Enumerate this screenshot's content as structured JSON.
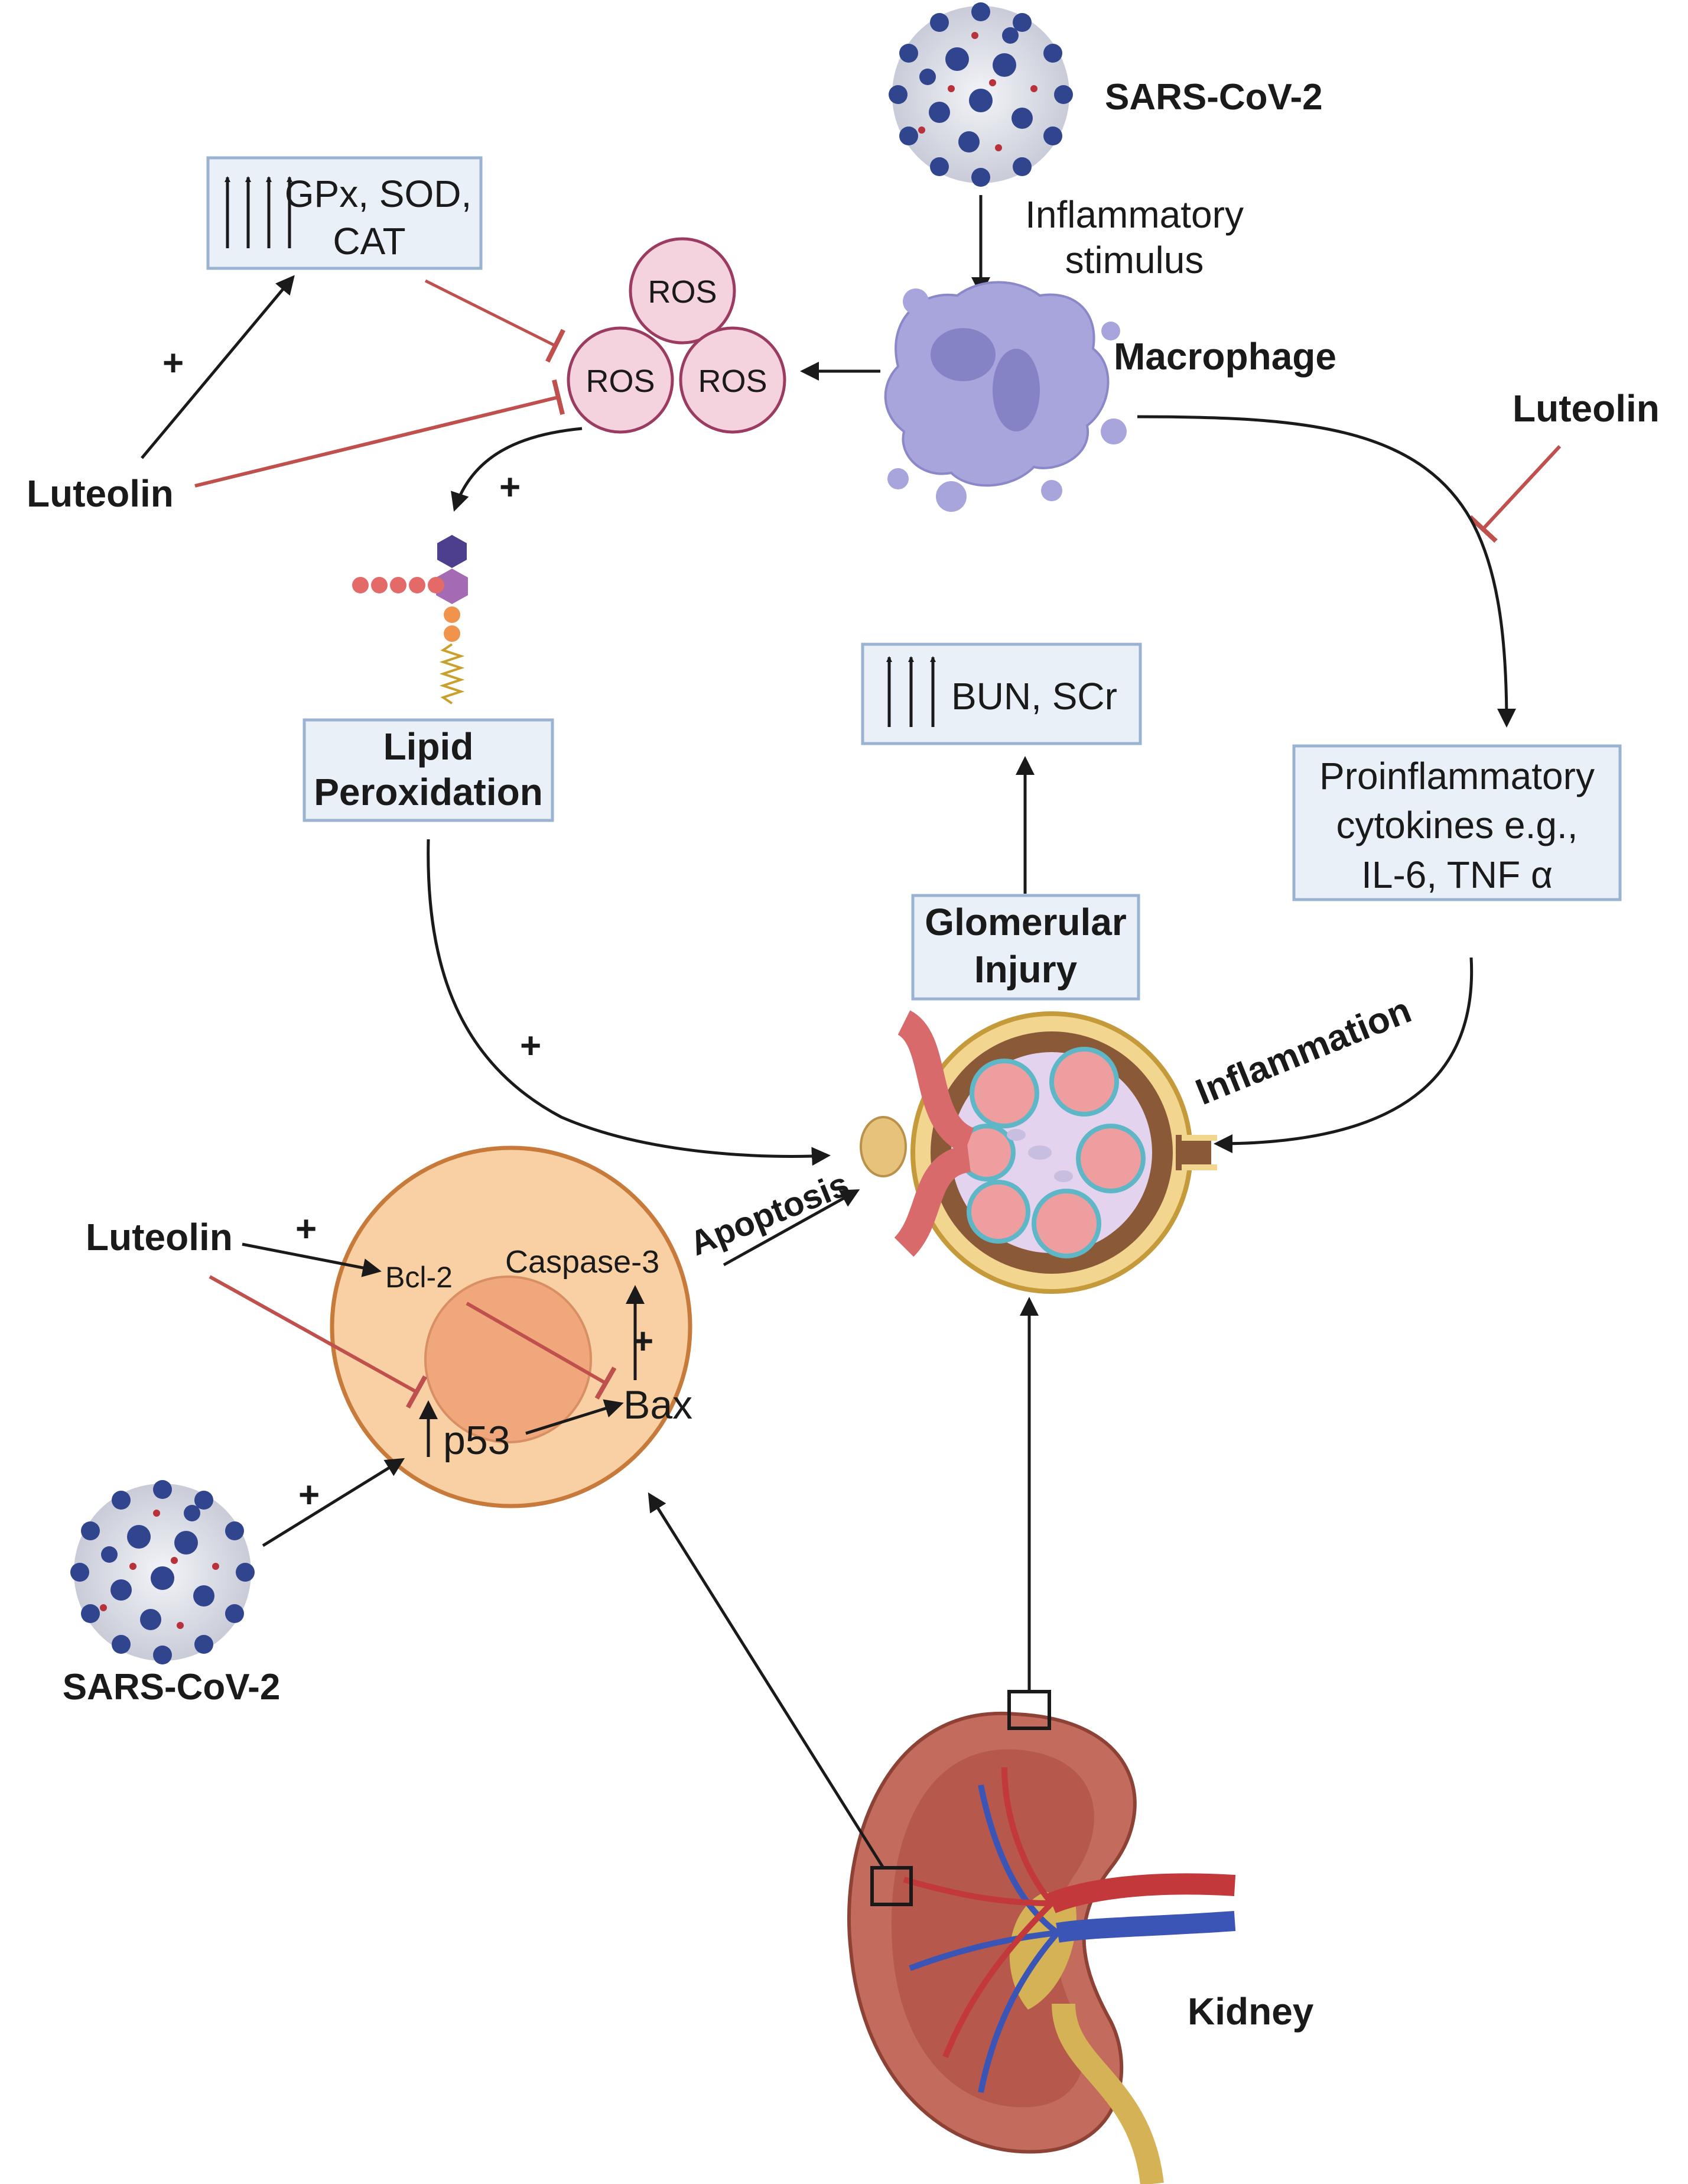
{
  "labels": {
    "sars_top": "SARS-CoV-2",
    "sars_bottom": "SARS-CoV-2",
    "inflammatory_1": "Inflammatory",
    "inflammatory_2": "stimulus",
    "macrophage": "Macrophage",
    "luteolin_top_right": "Luteolin",
    "luteolin_left": "Luteolin",
    "luteolin_cell": "Luteolin",
    "antioxidants_1": "GPx, SOD,",
    "antioxidants_2": "CAT",
    "ros": [
      "ROS",
      "ROS",
      "ROS"
    ],
    "lipid_1": "Lipid",
    "lipid_2": "Peroxidation",
    "bun": "BUN, SCr",
    "cytokines_1": "Proinflammatory",
    "cytokines_2": "cytokines e.g.,",
    "cytokines_3": "IL-6, TNF α",
    "glomerular_1": "Glomerular",
    "glomerular_2": "Injury",
    "inflammation": "Inflammation",
    "apoptosis": "Apoptosis",
    "bcl2": "Bcl-2",
    "caspase": "Caspase-3",
    "bax": "Bax",
    "p53": "p53",
    "kidney": "Kidney",
    "plus": "+"
  },
  "colors": {
    "inhibit": "#c0504d",
    "arrow": "#1a1a1a",
    "box_fill": "#e9f0f8",
    "box_border": "#9ab3d3",
    "ros_fill": "#f4d2de",
    "ros_stroke": "#9c3b62",
    "macrophage": "#a7a5dc",
    "cell_outer": "#f8d0a4",
    "cell_border": "#c77a3a",
    "nucleus": "#f0a77b",
    "virus_spike": "#31458f",
    "artery": "#c2383b",
    "vein": "#3b55b6",
    "kidney_cortex": "#c36b5c",
    "kidney_medulla": "#b6584b"
  }
}
